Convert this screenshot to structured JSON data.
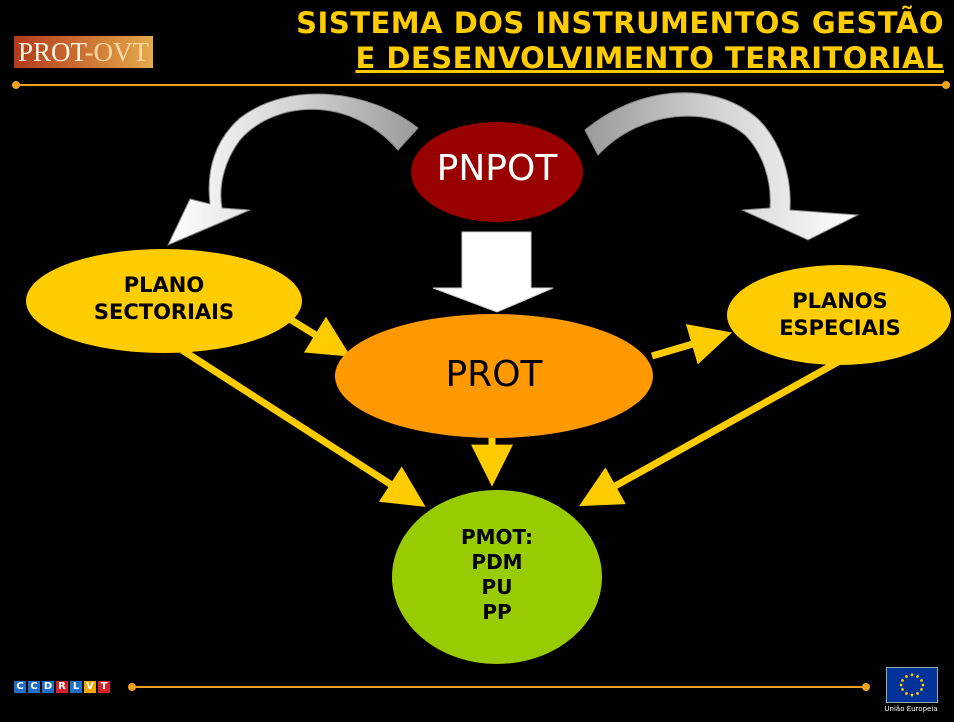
{
  "header": {
    "logo_left": "PROT",
    "logo_dash": "-OVT",
    "title_line1": "SISTEMA DOS INSTRUMENTOS GESTÃO",
    "title_line2": "E DESENVOLVIMENTO TERRITORIAL"
  },
  "nodes": {
    "pnpot": "PNPOT",
    "plano_sectoriais_line1": "PLANO",
    "plano_sectoriais_line2": "SECTORIAIS",
    "prot": "PROT",
    "planos_especiais_line1": "PLANOS",
    "planos_especiais_line2": "ESPECIAIS",
    "pmot_line1": "PMOT:",
    "pmot_line2": "PDM",
    "pmot_line3": "PU",
    "pmot_line4": "PP"
  },
  "footer": {
    "ccdr_letters": [
      "C",
      "C",
      "D",
      "R",
      "L",
      "V",
      "T"
    ],
    "ccdr_colors": [
      "#1f6fc6",
      "#1f6fc6",
      "#1f6fc6",
      "#d8202a",
      "#1f6fc6",
      "#f2a600",
      "#d8202a"
    ],
    "eu_label": "União Europeia"
  },
  "colors": {
    "accent_line": "#f0a020",
    "title": "#ffcc00",
    "pnpot_fill": "#990000",
    "plano_fill": "#ffcc00",
    "prot_fill": "#ff9900",
    "pmot_fill": "#99cc00",
    "arrow_yellow": "#ffcc00"
  }
}
